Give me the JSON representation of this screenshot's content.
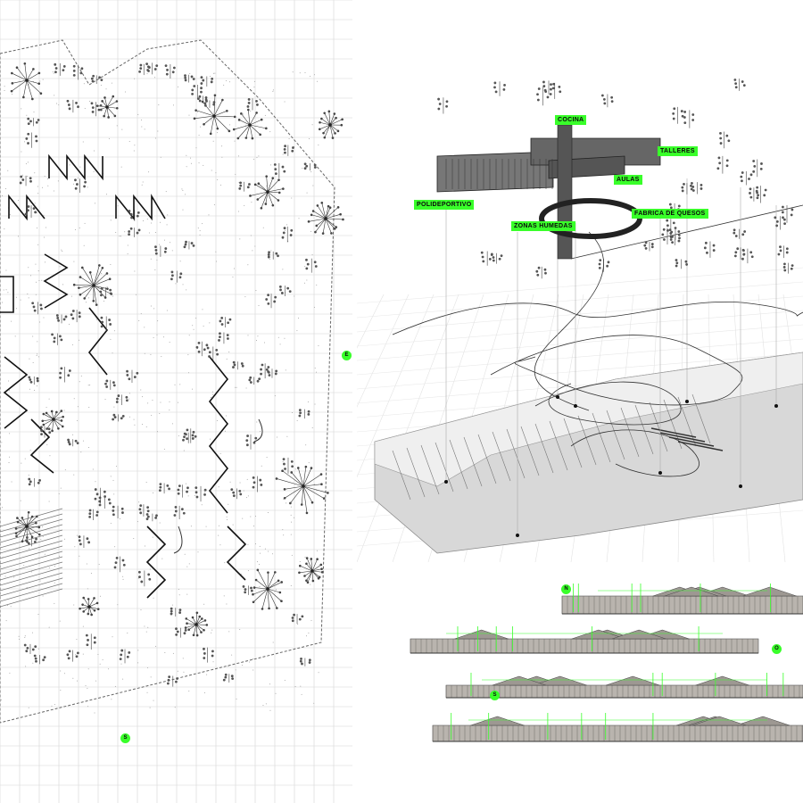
{
  "accent_color": "#39ff2a",
  "plan": {
    "markers": {
      "east": "E",
      "south": "S"
    }
  },
  "axonometric": {
    "program_labels": {
      "cocina": "COCINA",
      "talleres": "TALLERES",
      "aulas": "AULAS",
      "polideportivo": "POLIDEPORTIVO",
      "zonas_humedas": "ZONAS HUMEDAS",
      "fabrica_de_quesos": "FABRICA DE QUESOS"
    }
  },
  "elevations": {
    "markers": {
      "north": "N",
      "east": "O",
      "south": "S"
    }
  }
}
